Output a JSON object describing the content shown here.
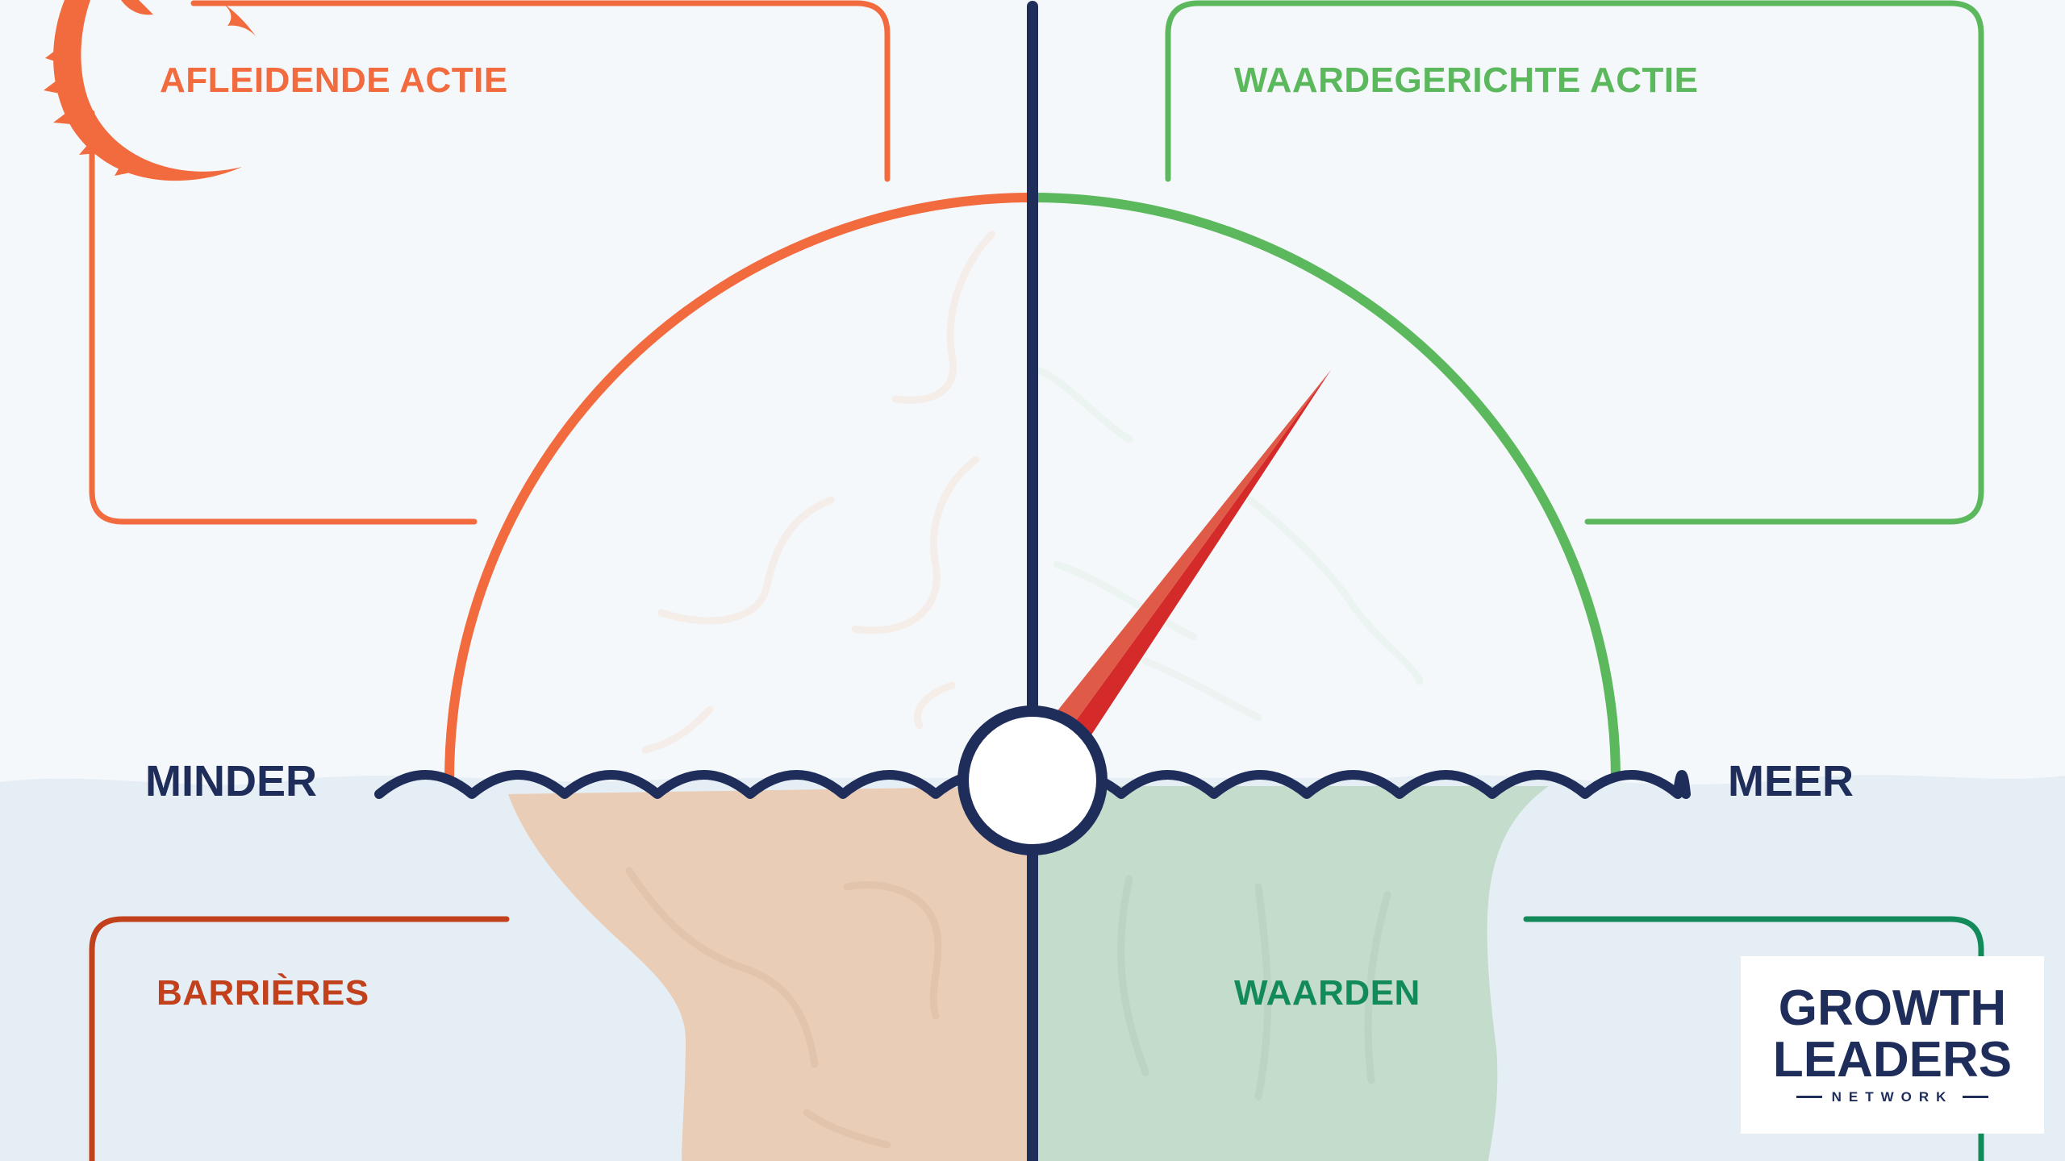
{
  "quadrants": {
    "top_left": {
      "label": "AFLEIDENDE ACTIE",
      "color": "#f26b3f"
    },
    "top_right": {
      "label": "WAARDEGERICHTE ACTIE",
      "color": "#5cb85c"
    },
    "bottom_left": {
      "label": "BARRIÈRES",
      "color": "#c2411c"
    },
    "bottom_right": {
      "label": "WAARDEN",
      "color": "#128a5a"
    }
  },
  "axis": {
    "left_label": "MINDER",
    "right_label": "MEER",
    "color": "#1e2d5a"
  },
  "gauge": {
    "left_arc_color": "#f26b3f",
    "right_arc_color": "#5cb85c",
    "needle_color": "#d42a2a",
    "needle_position": 0.7
  },
  "logo": {
    "line1": "GROWTH",
    "line2": "LEADERS",
    "line3": "NETWORK",
    "color": "#1e2d5a"
  },
  "colors": {
    "background": "#f5f8fb",
    "water": "#e6eef5",
    "underwater_left": "#e9cdb6",
    "underwater_right": "#c3dccb"
  }
}
